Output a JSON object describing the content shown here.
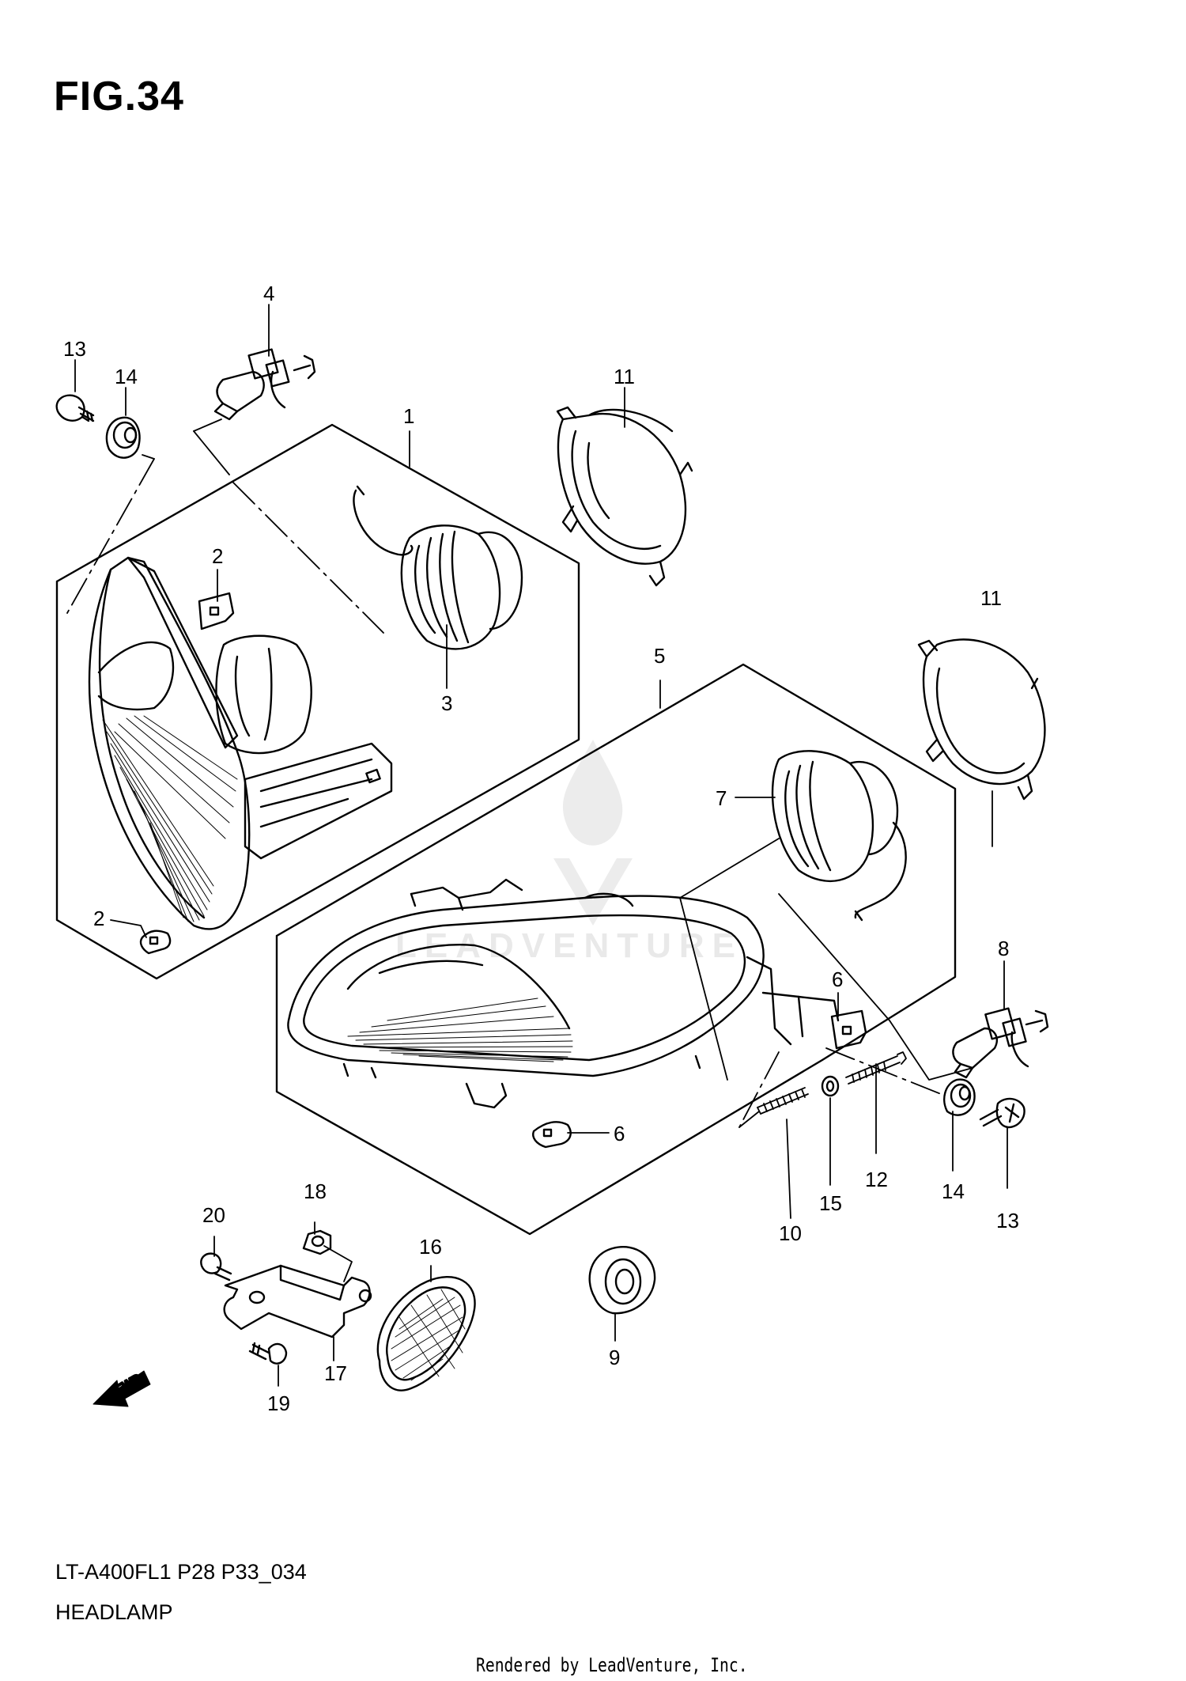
{
  "figure": {
    "title": "FIG.34",
    "model_code": "LT-A400FL1 P28 P33_034",
    "part_name": "HEADLAMP"
  },
  "callouts": [
    {
      "id": "c13a",
      "label": "13"
    },
    {
      "id": "c14a",
      "label": "14"
    },
    {
      "id": "c4",
      "label": "4"
    },
    {
      "id": "c1",
      "label": "1"
    },
    {
      "id": "c11a",
      "label": "11"
    },
    {
      "id": "c2a",
      "label": "2"
    },
    {
      "id": "c3",
      "label": "3"
    },
    {
      "id": "c11b",
      "label": "11"
    },
    {
      "id": "c5",
      "label": "5"
    },
    {
      "id": "c7",
      "label": "7"
    },
    {
      "id": "c2b",
      "label": "2"
    },
    {
      "id": "c8",
      "label": "8"
    },
    {
      "id": "c6a",
      "label": "6"
    },
    {
      "id": "c6b",
      "label": "6"
    },
    {
      "id": "c12",
      "label": "12"
    },
    {
      "id": "c14b",
      "label": "14"
    },
    {
      "id": "c15",
      "label": "15"
    },
    {
      "id": "c13b",
      "label": "13"
    },
    {
      "id": "c10",
      "label": "10"
    },
    {
      "id": "c18",
      "label": "18"
    },
    {
      "id": "c20",
      "label": "20"
    },
    {
      "id": "c16",
      "label": "16"
    },
    {
      "id": "c17",
      "label": "17"
    },
    {
      "id": "c9",
      "label": "9"
    },
    {
      "id": "c19",
      "label": "19"
    }
  ],
  "fwd_arrow": {
    "label": "FWD"
  },
  "watermark": {
    "text": "LEADVENTURE"
  },
  "footer": {
    "credit": "Rendered by LeadVenture, Inc."
  },
  "colors": {
    "line": "#000000",
    "background": "#ffffff",
    "watermark": "#e6e6e6"
  },
  "icons": [
    "fwd-arrow-icon",
    "leadventure-flame-logo"
  ]
}
